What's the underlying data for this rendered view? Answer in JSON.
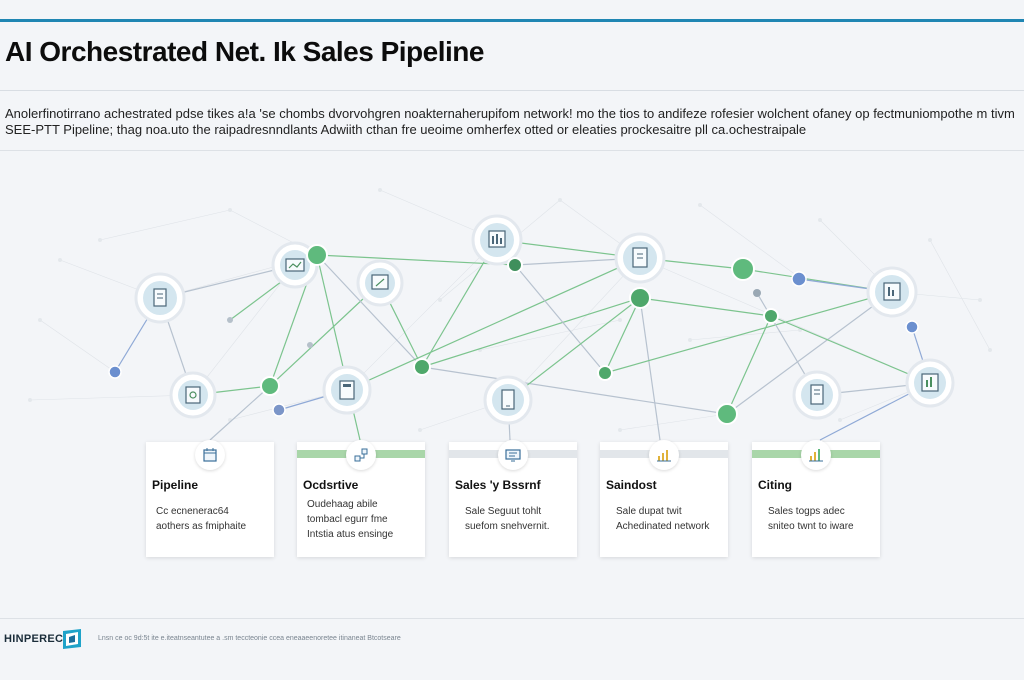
{
  "header": {
    "title": "AI Orchestrated Net. Ik Sales Pipeline",
    "intro_line1": "Anolerfinotirrano achestrated pdse tikes a!a 'se chombs dvorvohgren noakternaherupifom network! mo the tios to andifeze rofesier wolchent ofaney op fectmuniompothe m tivm",
    "intro_line2": "SEE-PTT Pipeline; thag noa.uto the raipadresnndlants Adwiith cthan fre ueoime omherfex otted or eleaties prockesaitre pll ca.ochestraipale"
  },
  "colors": {
    "accent": "#1f86b3",
    "node_green": "#5fba7d",
    "node_blue": "#6b8fcf",
    "edge_green": "#7cc48e",
    "edge_blue": "#8fa9d6"
  },
  "cards": [
    {
      "title": "Pipeline",
      "line1": "Cc ecnenerac64",
      "line2": "aothers as fmiphaite",
      "icon": "calendar-icon",
      "strip": "none"
    },
    {
      "title": "Ocdsrtive",
      "line1": "Oudehaag abile",
      "line2": "tombacl egurr fme",
      "line3": "Intstia atus ensinge",
      "icon": "flow-chart-icon",
      "strip": "green"
    },
    {
      "title": "Sales 'y Bssrnf",
      "line1": "Sale Seguut tohlt",
      "line2": "suefom snehvernit.",
      "icon": "monitor-icon",
      "strip": "gray"
    },
    {
      "title": "Saindost",
      "line1": "Sale dupat twit",
      "line2": "Achedinated network",
      "icon": "bar-chart-icon",
      "strip": "gray"
    },
    {
      "title": "Citing",
      "line1": "Sales togps adec",
      "line2": "sniteo twnt to iware",
      "icon": "bar-chart-icon",
      "strip": "green"
    }
  ],
  "footer": {
    "brand": "HINPEREC",
    "logo": "brand-logo-icon",
    "text": "Lnsn ce oc 9d:5t ite e.iteatnseantutee a .sm teccteonie ccea eneaaeenoretee itinaneat Btcotseare"
  }
}
